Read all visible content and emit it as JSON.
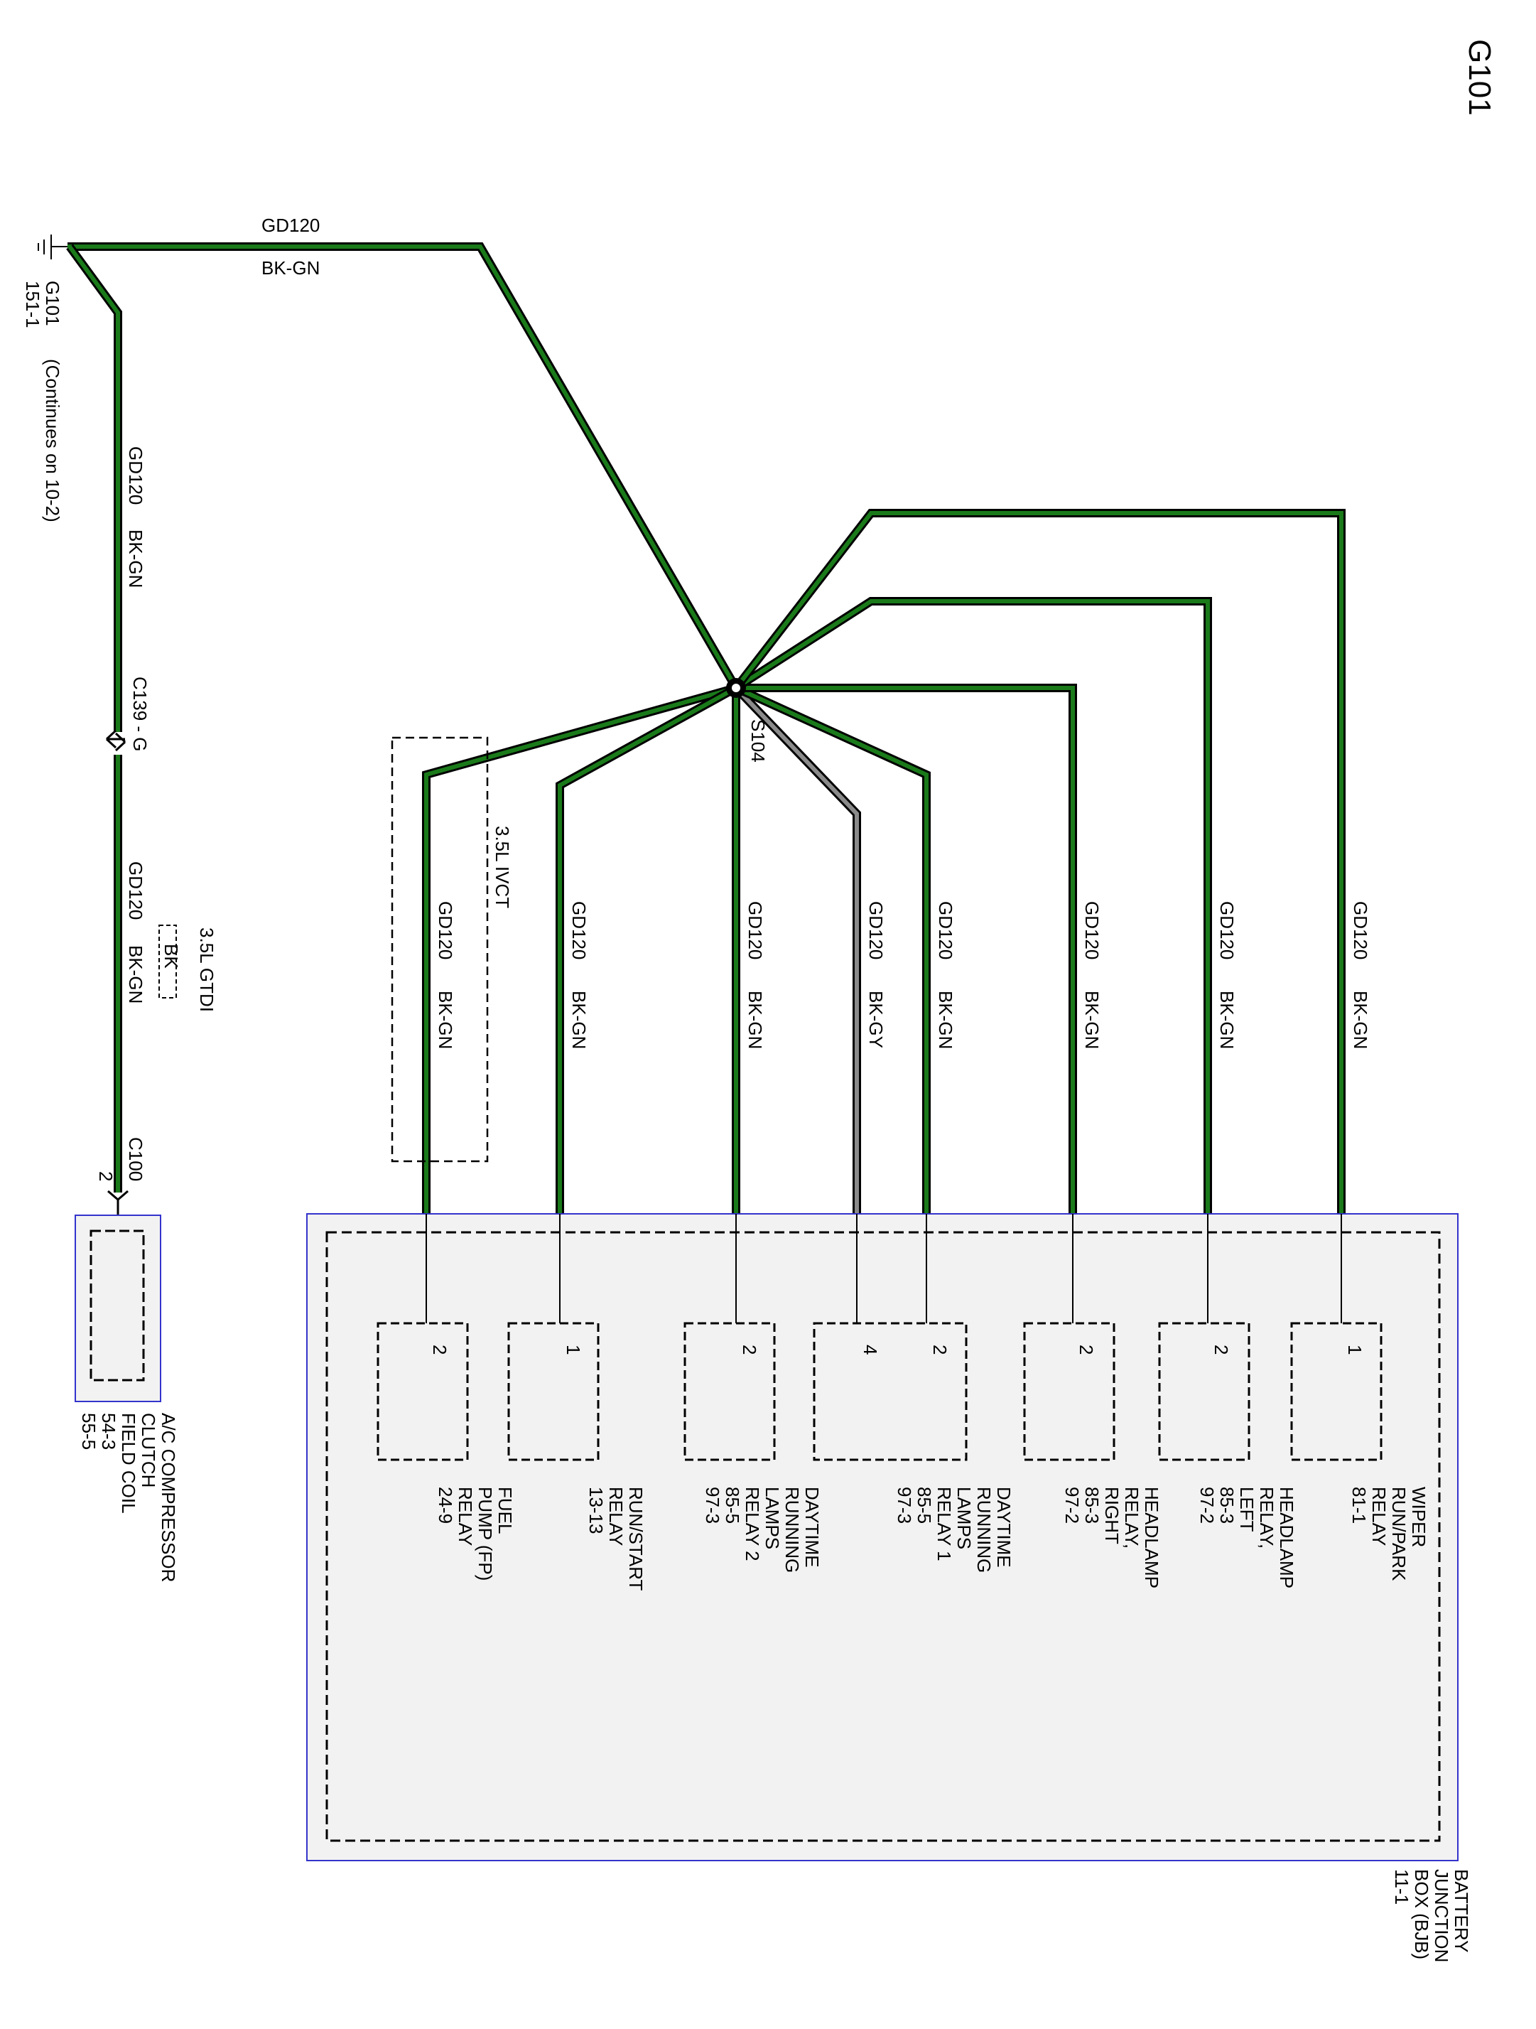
{
  "page_title": "G101",
  "ground": {
    "name": "G101",
    "ref": "151-1",
    "note": "(Continues on 10-2)"
  },
  "top_wire": {
    "circuit": "GD120",
    "color": "BK-GN"
  },
  "left_wire_upper": {
    "circuit": "GD120",
    "color": "BK-GN"
  },
  "left_wire_lower": {
    "circuit": "GD120",
    "color": "BK-GN"
  },
  "inline_connector": "C139 - G",
  "variant_box": {
    "engine": "3.5L GTDI",
    "color": "BK"
  },
  "compressor_connector": {
    "name": "C100",
    "pin": "2"
  },
  "compressor": {
    "lines": [
      "A/C COMPRESSOR",
      "CLUTCH",
      "FIELD COIL",
      "54-3",
      "55-5"
    ]
  },
  "splice": "S104",
  "splice_variant": "3.5L IVCT",
  "branches": [
    {
      "circuit": "GD120",
      "color": "BK-GN"
    },
    {
      "circuit": "GD120",
      "color": "BK-GN"
    },
    {
      "circuit": "GD120",
      "color": "BK-GN"
    },
    {
      "circuit": "GD120",
      "color": "BK-GY"
    },
    {
      "circuit": "GD120",
      "color": "BK-GN"
    },
    {
      "circuit": "GD120",
      "color": "BK-GN"
    },
    {
      "circuit": "GD120",
      "color": "BK-GN"
    },
    {
      "circuit": "GD120",
      "color": "BK-GN"
    }
  ],
  "bjb": {
    "lines": [
      "BATTERY",
      "JUNCTION",
      "BOX (BJB)",
      "11-1"
    ]
  },
  "relays": [
    {
      "pins": [
        "2"
      ],
      "lines": [
        "FUEL",
        "PUMP (FP)",
        "RELAY",
        "24-9"
      ]
    },
    {
      "pins": [
        "1"
      ],
      "lines": [
        "RUN/START",
        "RELAY",
        "13-13"
      ]
    },
    {
      "pins": [
        "2"
      ],
      "lines": [
        "DAYTIME",
        "RUNNING",
        "LAMPS",
        "RELAY 2",
        "85-5",
        "97-3"
      ]
    },
    {
      "pins": [
        "4",
        "2"
      ],
      "lines": [
        "DAYTIME",
        "RUNNING",
        "LAMPS",
        "RELAY 1",
        "85-5",
        "97-3"
      ]
    },
    {
      "pins": [
        "2"
      ],
      "lines": [
        "HEADLAMP",
        "RELAY,",
        "RIGHT",
        "85-3",
        "97-2"
      ]
    },
    {
      "pins": [
        "2"
      ],
      "lines": [
        "HEADLAMP",
        "RELAY,",
        "LEFT",
        "85-3",
        "97-2"
      ]
    },
    {
      "pins": [
        "1"
      ],
      "lines": [
        "WIPER",
        "RUN/PARK",
        "RELAY",
        "81-1"
      ]
    }
  ],
  "colors": {
    "wire_green": "#1a7a1a",
    "wire_gray": "#8a8a8a",
    "wire_outline": "#000000",
    "bjb_border": "#3333cc",
    "bjb_fill": "#f2f2f2"
  }
}
